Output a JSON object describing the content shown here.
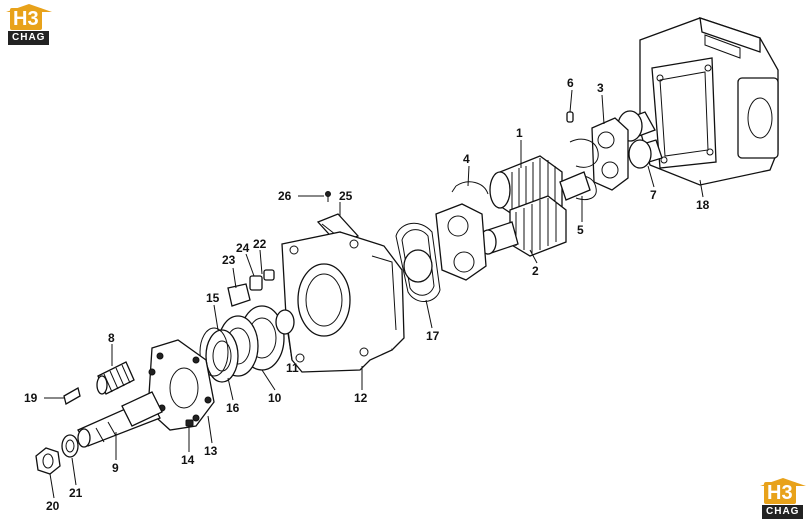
{
  "logo": {
    "mark": "H3",
    "text": "CHAG"
  },
  "callouts": [
    {
      "id": "1",
      "text": "1"
    },
    {
      "id": "2",
      "text": "2"
    },
    {
      "id": "3",
      "text": "3"
    },
    {
      "id": "4",
      "text": "4"
    },
    {
      "id": "5",
      "text": "5"
    },
    {
      "id": "6",
      "text": "6"
    },
    {
      "id": "7",
      "text": "7"
    },
    {
      "id": "8",
      "text": "8"
    },
    {
      "id": "9",
      "text": "9"
    },
    {
      "id": "10",
      "text": "10"
    },
    {
      "id": "11",
      "text": "11"
    },
    {
      "id": "12",
      "text": "12"
    },
    {
      "id": "13",
      "text": "13"
    },
    {
      "id": "14",
      "text": "14"
    },
    {
      "id": "15",
      "text": "15"
    },
    {
      "id": "16",
      "text": "16"
    },
    {
      "id": "17",
      "text": "17"
    },
    {
      "id": "18",
      "text": "18"
    },
    {
      "id": "19",
      "text": "19"
    },
    {
      "id": "20",
      "text": "20"
    },
    {
      "id": "21",
      "text": "21"
    },
    {
      "id": "22",
      "text": "22"
    },
    {
      "id": "23",
      "text": "23"
    },
    {
      "id": "24",
      "text": "24"
    },
    {
      "id": "25",
      "text": "25"
    },
    {
      "id": "26",
      "text": "26"
    }
  ],
  "colors": {
    "logo_accent": "#e8a21a",
    "logo_dark": "#222222",
    "line": "#111111"
  }
}
